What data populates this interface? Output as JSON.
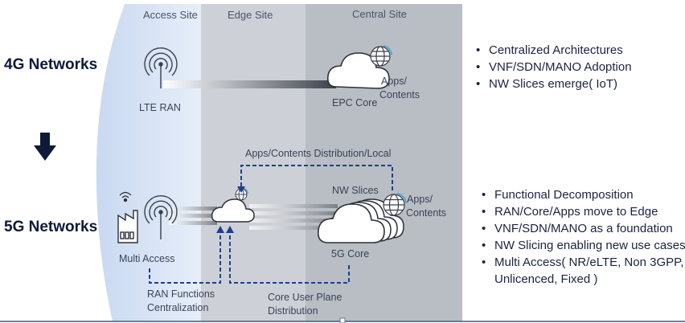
{
  "zones": {
    "access": "Access Site",
    "edge": "Edge Site",
    "central": "Central Site"
  },
  "rows": {
    "g4": {
      "title": "4G Networks",
      "ran_label": "LTE RAN",
      "core_label": "EPC Core",
      "apps_label_1": "Apps/",
      "apps_label_2": "Contents",
      "bullets": [
        "Centralized Architectures",
        "VNF/SDN/MANO Adoption",
        "NW Slices emerge( IoT)"
      ]
    },
    "g5": {
      "title": "5G Networks",
      "access_label": "Multi Access",
      "core_label": "5G Core",
      "slices_label": "NW Slices",
      "apps_label_1": "Apps/",
      "apps_label_2": "Contents",
      "distribution_label": "Apps/Contents Distribution/Local",
      "ran_central_1": "RAN Functions",
      "ran_central_2": "Centralization",
      "cup_dist_1": "Core User Plane",
      "cup_dist_2": "Distribution",
      "bullets": [
        "Functional Decomposition",
        "RAN/Core/Apps move to Edge",
        "VNF/SDN/MANO as a foundation",
        "NW Slicing enabling new use cases",
        "Multi Access( NR/eLTE, Non 3GPP,",
        "Unlicenced, Fixed )"
      ]
    }
  },
  "colors": {
    "access_zone": "#dce7f7",
    "edge_zone": "#cdd0d6",
    "central_zone": "#b9bdc4",
    "dark": "#0d1a3a",
    "dashed": "#1f3f8f"
  }
}
